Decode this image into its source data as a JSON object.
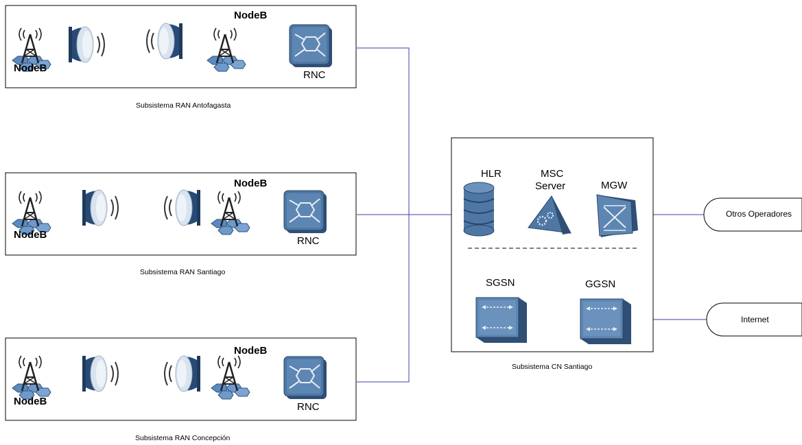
{
  "colors": {
    "link": "#3a3fb0",
    "device_dark": "#2f4f75",
    "device_mid": "#4e77a5",
    "device_light": "#9fbad8",
    "box_border": "#000000"
  },
  "ran_subsystems": [
    {
      "caption": "Subsistema RAN Antofagasta",
      "nodeb_left_label": "NodeB",
      "nodeb_right_label": "NodeB",
      "rnc_label": "RNC"
    },
    {
      "caption": "Subsistema RAN Santiago",
      "nodeb_left_label": "NodeB",
      "nodeb_right_label": "NodeB",
      "rnc_label": "RNC"
    },
    {
      "caption": "Subsistema RAN Concepción",
      "nodeb_left_label": "NodeB",
      "nodeb_right_label": "NodeB",
      "rnc_label": "RNC"
    }
  ],
  "core": {
    "caption": "Subsistema CN Santiago",
    "hlr_label": "HLR",
    "msc_label_line1": "MSC",
    "msc_label_line2": "Server",
    "mgw_label": "MGW",
    "sgsn_label": "SGSN",
    "ggsn_label": "GGSN"
  },
  "external": {
    "operators_label": "Otros Operadores",
    "internet_label": "Internet"
  },
  "icons": [
    "tower-icon",
    "microwave-dish-icon",
    "rnc-router-icon",
    "database-icon",
    "msc-server-icon",
    "media-gateway-icon",
    "sgsn-icon",
    "ggsn-icon"
  ]
}
